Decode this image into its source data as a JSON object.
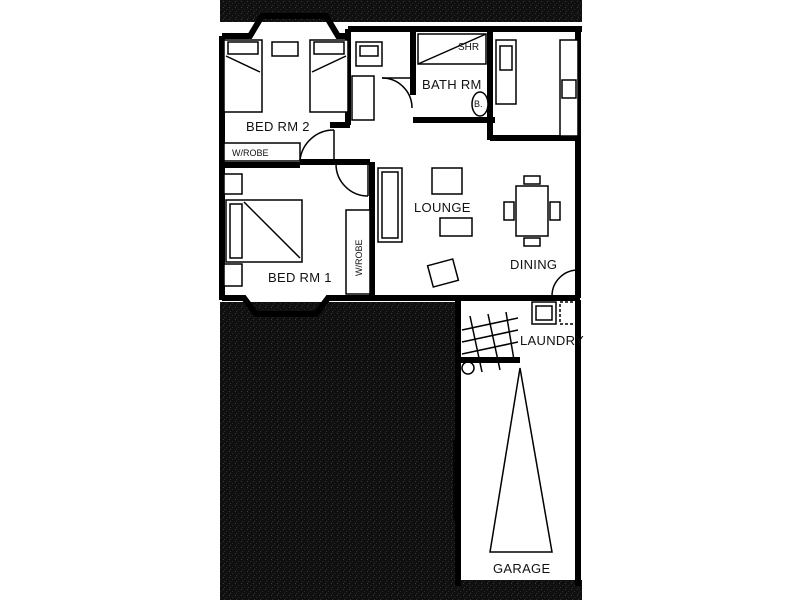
{
  "rooms": {
    "bed2": "BED RM 2",
    "bed1": "BED RM 1",
    "bath": "BATH RM",
    "shower": "SHR",
    "bath_b": "B.",
    "lounge": "LOUNGE",
    "dining": "DINING",
    "laundry": "LAUNDRY",
    "garage": "GARAGE",
    "wrobe_bed2": "W/ROBE",
    "wrobe_bed1": "W/ROBE"
  },
  "colors": {
    "ink": "#000000",
    "paper": "#ffffff",
    "exterior": "#121212"
  }
}
